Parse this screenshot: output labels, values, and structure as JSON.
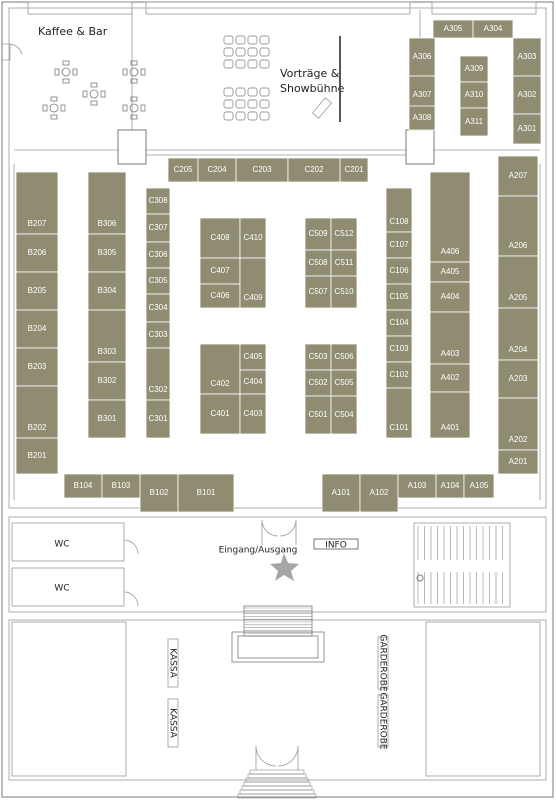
{
  "colors": {
    "booth": "#8f8c71",
    "booth_stroke": "#ffffff",
    "wall": "#7a7a7a",
    "star": "#a6a6a6"
  },
  "labels": {
    "kaffee": "Kaffee & Bar",
    "vortraege_line1": "Vorträge &",
    "vortraege_line2": "Showbühne",
    "wc1": "WC",
    "wc2": "WC",
    "eingang": "Eingang/Ausgang",
    "info": "INFO",
    "kassa1": "KASSA",
    "kassa2": "KASSA",
    "garderobe1": "GARDEROBE",
    "garderobe2": "GARDEROBE"
  },
  "booths": [
    "A305",
    "A304",
    "A306",
    "A303",
    "A309",
    "A302",
    "A307",
    "A310",
    "A301",
    "A308",
    "A311",
    "C205",
    "C204",
    "C203",
    "C202",
    "C201",
    "B207",
    "B306",
    "C308",
    "B206",
    "C307",
    "B305",
    "C306",
    "B205",
    "C305",
    "B304",
    "B204",
    "C304",
    "B303",
    "C303",
    "B203",
    "B302",
    "C302",
    "B202",
    "B301",
    "C301",
    "B201",
    "C408",
    "C410",
    "C407",
    "C406",
    "C409",
    "C402",
    "C405",
    "C404",
    "C401",
    "C403",
    "C509",
    "C512",
    "C508",
    "C511",
    "C507",
    "C510",
    "C503",
    "C506",
    "C502",
    "C505",
    "C501",
    "C504",
    "C108",
    "C107",
    "C106",
    "C105",
    "C104",
    "C103",
    "C102",
    "C101",
    "A406",
    "A405",
    "A404",
    "A403",
    "A402",
    "A401",
    "A207",
    "A206",
    "A205",
    "A204",
    "A203",
    "A202",
    "A201",
    "B104",
    "B103",
    "B102",
    "B101",
    "A101",
    "A102",
    "A103",
    "A104",
    "A105"
  ]
}
